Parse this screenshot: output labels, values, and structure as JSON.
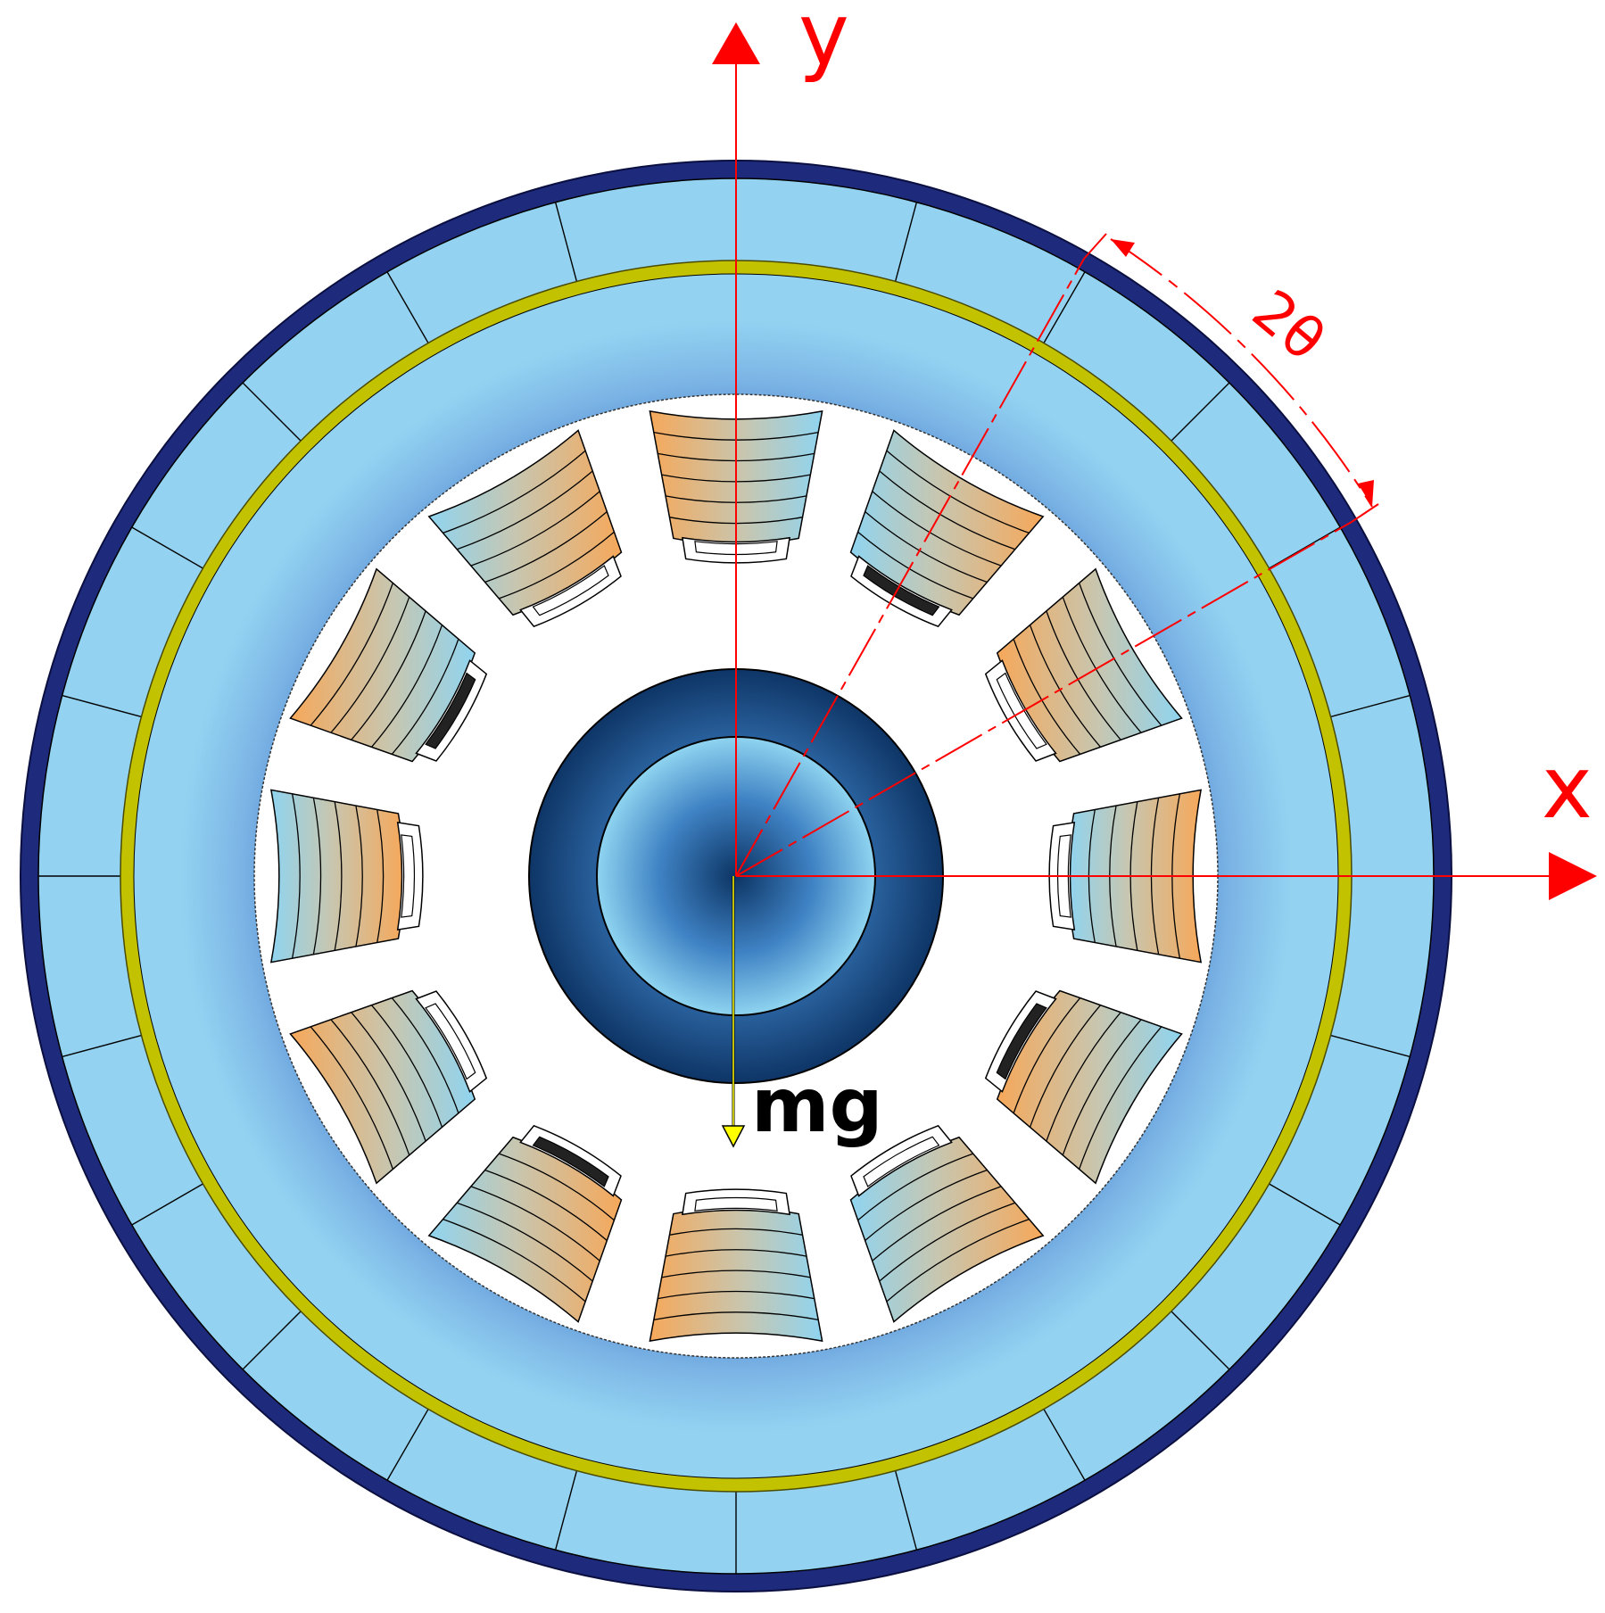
{
  "labels": {
    "y_axis": "y",
    "x_axis": "x",
    "angle": "2θ",
    "gravity": "mg"
  },
  "structure": {
    "pole_count": 12,
    "outer_segment_count": 24,
    "coil_layers": 6
  },
  "colors": {
    "axis_red": "#ff0000",
    "outer_ring_navy": "#1e2b7d",
    "light_blue": "#8fd4f0",
    "mid_blue": "#6ea6dc",
    "olive_ring": "#c2c200",
    "coil_orange": "#f6a85a",
    "rotor_dark": "#0d3566",
    "gravity_yellow": "#ffff00"
  }
}
